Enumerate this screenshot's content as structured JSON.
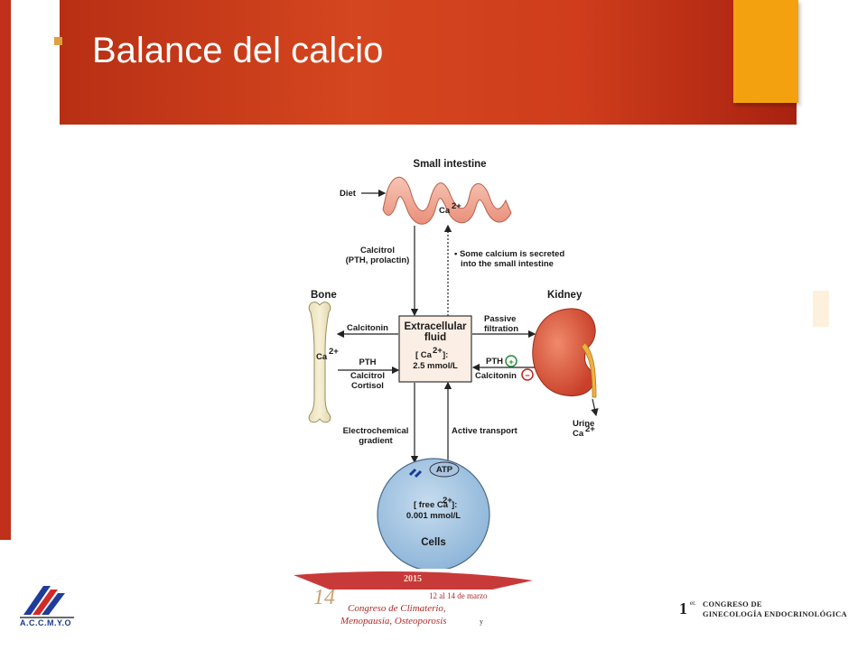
{
  "slide": {
    "title": "Balance del calcio",
    "colors": {
      "header": "#c83a18",
      "accent": "#f3a10f",
      "left_bar": "#c0301a"
    }
  },
  "diagram": {
    "small_intestine": "Small intestine",
    "diet": "Diet",
    "ca_intestine": "Ca",
    "ca_charge": "2+",
    "calcitrol_1": "Calcitrol",
    "calcitrol_2": "(PTH, prolactin)",
    "secreted_1": "• Some calcium is secreted",
    "secreted_2": "into the small intestine",
    "bone": "Bone",
    "kidney": "Kidney",
    "ecf_1": "Extracellular",
    "ecf_2": "fluid",
    "ecf_ca": "[ Ca",
    "ecf_ca_suffix": "]:",
    "ecf_conc": "2.5 mmol/L",
    "calcitonin_bone": "Calcitonin",
    "pth_bone": "PTH",
    "calcitrol_bone": "Calcitrol",
    "cortisol_bone": "Cortisol",
    "ca_bone": "Ca",
    "passive_1": "Passive",
    "passive_2": "filtration",
    "pth_kidney": "PTH",
    "calcitonin_kidney": "Calcitonin",
    "urine_1": "Urine",
    "urine_2": "Ca",
    "electro_1": "Electrochemical",
    "electro_2": "gradient",
    "active_transport": "Active transport",
    "atp": "ATP",
    "free_ca": "[ free Ca",
    "free_ca_suffix": "]:",
    "free_conc": "0.001 mmol/L",
    "cells": "Cells",
    "plus": "+",
    "minus": "−"
  },
  "footer": {
    "left_logo": "A.C.C.M.Y.O",
    "banner_year": "2015",
    "banner_dates": "12 al 14 de marzo",
    "banner_num": "14",
    "banner_line1": "Congreso de Climaterio,",
    "banner_line2": "Menopausia, Osteoporosis",
    "banner_y": "y",
    "right_num": "1",
    "right_sup": "er.",
    "right_line1": "CONGRESO DE",
    "right_line2": "GINECOLOGÍA ENDOCRINOLÓGICA"
  }
}
